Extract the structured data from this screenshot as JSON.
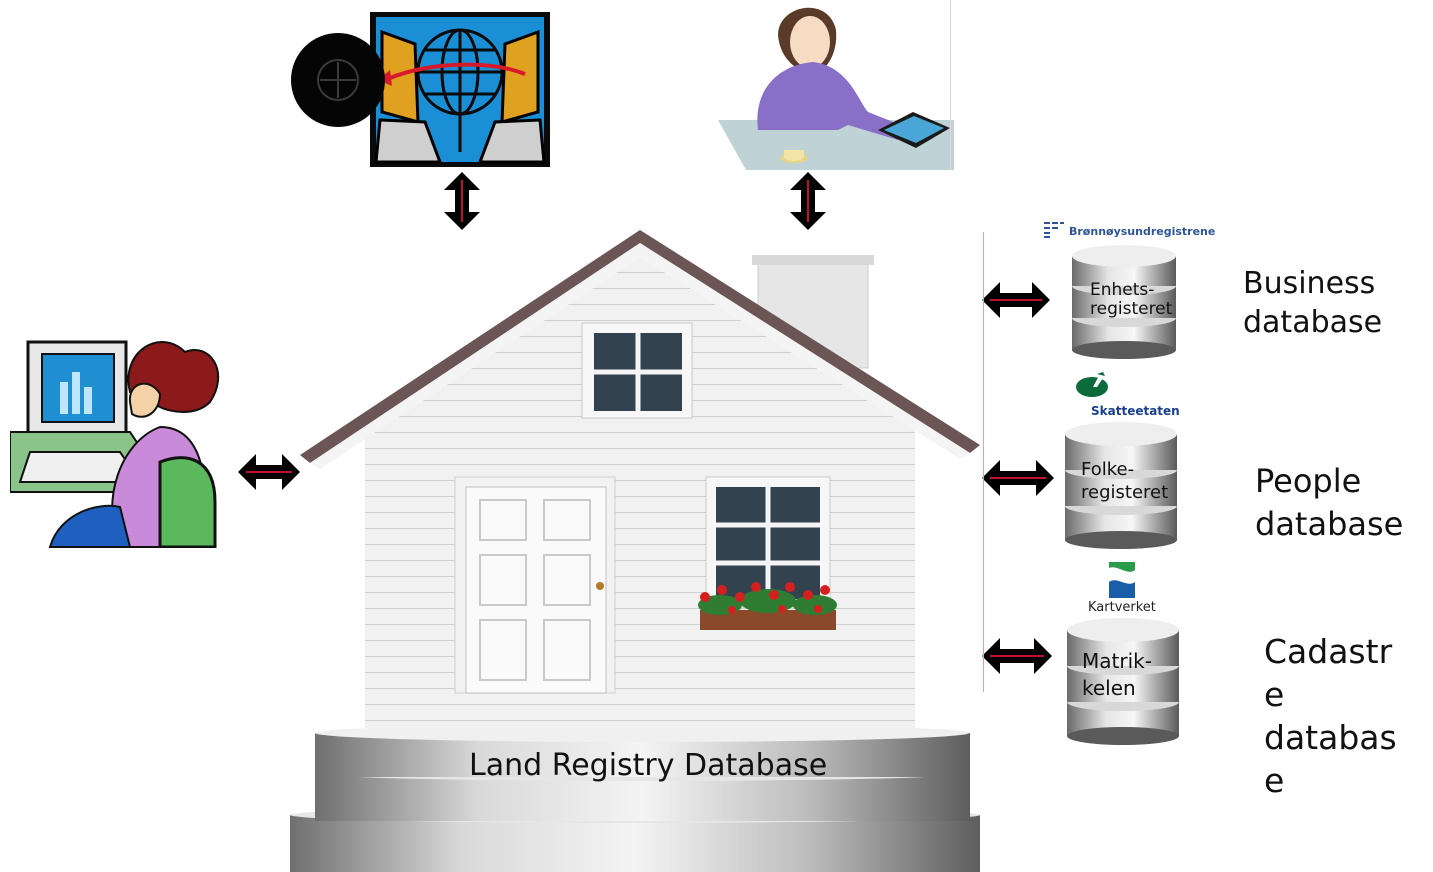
{
  "land_registry": {
    "label": "Land Registry Database"
  },
  "registers": [
    {
      "org": "Brønnøysundregistrene",
      "disk_label": "Enhets-\nregisteret",
      "description": "Business\ndatabase"
    },
    {
      "org": "Skatteetaten",
      "disk_label": "Folke-\nregisteret",
      "description": "People\ndatabase"
    },
    {
      "org": "Kartverket",
      "disk_label": "Matrik-\nkelen",
      "description": "Cadastr\ne\ndatabas\ne"
    }
  ],
  "colors": {
    "arrow_fill": "#000000",
    "arrow_line": "#c0102a",
    "skatt_green": "#0b6b3a",
    "kart_blue": "#1b5ea8",
    "kart_green": "#2a9d4a",
    "bronn_blue": "#2f5597"
  },
  "icons": [
    "computer-network-clipart",
    "woman-tablet-clipart",
    "woman-computer-clipart",
    "house-icon",
    "database-cylinder-icon"
  ]
}
